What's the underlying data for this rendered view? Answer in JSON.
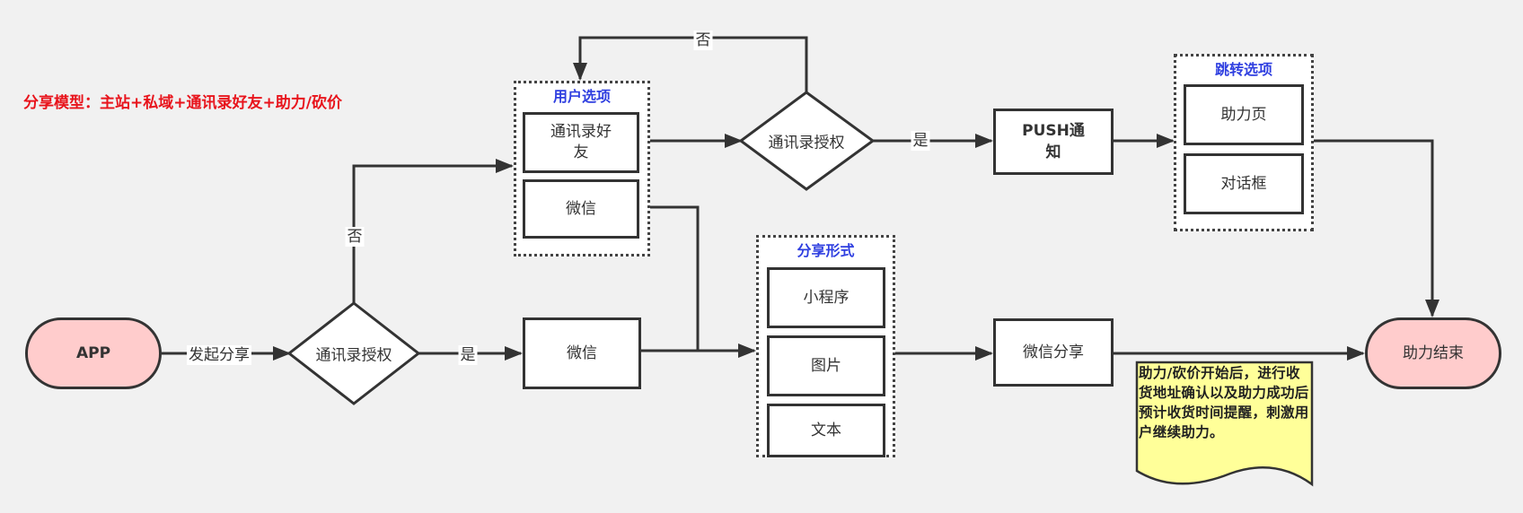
{
  "title": "分享模型：主站+私域+通讯录好友+助力/砍价",
  "nodes": {
    "app": "APP",
    "decision1": "通讯录授权",
    "wechat_main": "微信",
    "decision2": "通讯录授权",
    "push": "PUSH通\n知",
    "wechat_share": "微信分享",
    "end": "助力结束"
  },
  "groups": {
    "user_options": {
      "title": "用户选项",
      "items": [
        "通讯录好\n友",
        "微信"
      ]
    },
    "share_forms": {
      "title": "分享形式",
      "items": [
        "小程序",
        "图片",
        "文本"
      ]
    },
    "jump_options": {
      "title": "跳转选项",
      "items": [
        "助力页",
        "对话框"
      ]
    }
  },
  "edge_labels": {
    "start_share": "发起分享",
    "yes1": "是",
    "no1": "否",
    "yes2": "是",
    "no2": "否"
  },
  "note": "助力/砍价开始后，进行收货地址确认以及助力成功后预计收货时间提醒，刺激用户继续助力。",
  "colors": {
    "title": "#e8141c",
    "group_title": "#2f3fe0",
    "terminal_fill": "#ffcccc",
    "note_fill": "#ffff99",
    "line": "#333333"
  }
}
